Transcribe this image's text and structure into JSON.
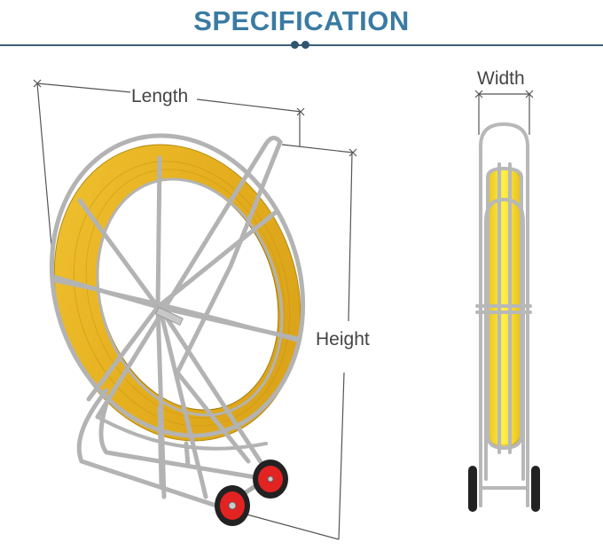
{
  "header": {
    "title": "SPECIFICATION",
    "accent_color": "#3a7ba2",
    "divider_color": "#3f5f76"
  },
  "diagram": {
    "subject": "fiberglass duct rodder reel on wheeled cage cart",
    "views": [
      {
        "name": "front-perspective-view",
        "dimension_labels": [
          "Length",
          "Height"
        ]
      },
      {
        "name": "side-view",
        "dimension_labels": [
          "Width"
        ]
      }
    ],
    "labels": {
      "length": "Length",
      "height": "Height",
      "width": "Width"
    },
    "colors": {
      "rod_coil": "#e8b420",
      "cage_frame": "#b8b8b8",
      "wheel_hub": "#e02020",
      "tire": "#222222",
      "dimension_line": "#555555"
    }
  }
}
